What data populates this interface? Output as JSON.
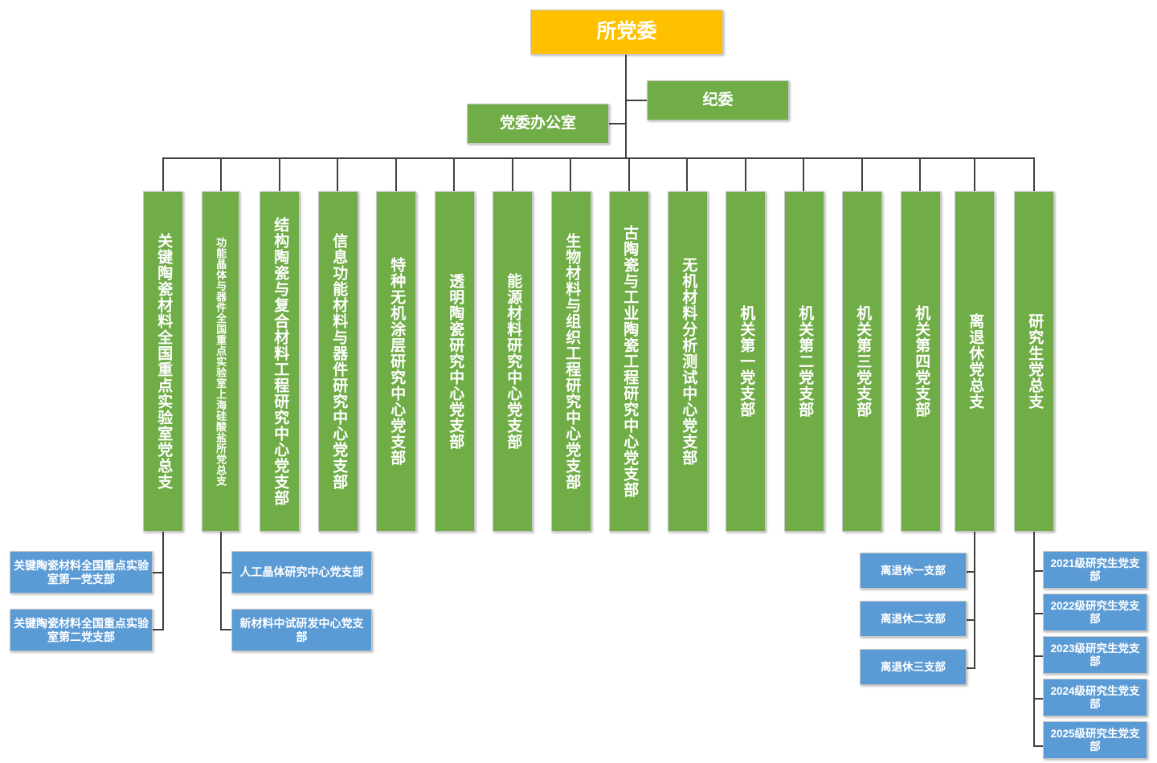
{
  "chart_data": {
    "type": "org-chart",
    "title": "所党委组织架构图",
    "colors": {
      "root": "#FFC000",
      "branch": "#70AD47",
      "leaf": "#5B9BD5",
      "line": "#404040",
      "border": "#c8c8c8",
      "text": "#FFFFFF"
    },
    "root": {
      "label": "所党委"
    },
    "staff_units": [
      {
        "label": "党委办公室"
      },
      {
        "label": "纪委"
      }
    ],
    "branches": [
      {
        "label": "关键陶瓷材料全国重点实验室党总支"
      },
      {
        "label": "功能晶体与器件全国重点实验室上海硅酸盐所党总支"
      },
      {
        "label": "结构陶瓷与复合材料工程研究中心党支部"
      },
      {
        "label": "信息功能材料与器件研究中心党支部"
      },
      {
        "label": "特种无机涂层研究中心党支部"
      },
      {
        "label": "透明陶瓷研究中心党支部"
      },
      {
        "label": "能源材料研究中心党支部"
      },
      {
        "label": "生物材料与组织工程研究中心党支部"
      },
      {
        "label": "古陶瓷与工业陶瓷工程研究中心党支部"
      },
      {
        "label": "无机材料分析测试中心党支部"
      },
      {
        "label": "机关第一党支部"
      },
      {
        "label": "机关第二党支部"
      },
      {
        "label": "机关第三党支部"
      },
      {
        "label": "机关第四党支部"
      },
      {
        "label": "离退休党总支"
      },
      {
        "label": "研究生党总支"
      }
    ],
    "sub_branches": {
      "key_ceramics_lab": [
        {
          "label": "关键陶瓷材料全国重点实验室第一党支部"
        },
        {
          "label": "关键陶瓷材料全国重点实验室第二党支部"
        }
      ],
      "functional_crystal_lab": [
        {
          "label": "人工晶体研究中心党支部"
        },
        {
          "label": "新材料中试研发中心党支部"
        }
      ],
      "retired_branch": [
        {
          "label": "离退休一支部"
        },
        {
          "label": "离退休二支部"
        },
        {
          "label": "离退休三支部"
        }
      ],
      "graduate_branch": [
        {
          "label": "2021级研究生党支部"
        },
        {
          "label": "2022级研究生党支部"
        },
        {
          "label": "2023级研究生党支部"
        },
        {
          "label": "2024级研究生党支部"
        },
        {
          "label": "2025级研究生党支部"
        }
      ]
    }
  }
}
